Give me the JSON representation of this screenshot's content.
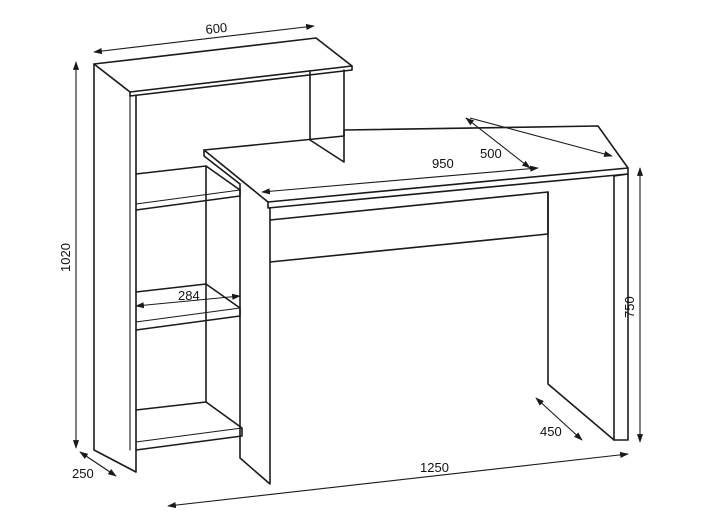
{
  "dimensions": {
    "top_width": "600",
    "total_height": "1020",
    "depth_left": "250",
    "total_width": "1250",
    "desk_width": "950",
    "desk_depth": "500",
    "shelf_width": "284",
    "desk_height": "750",
    "leg_depth": "450"
  }
}
